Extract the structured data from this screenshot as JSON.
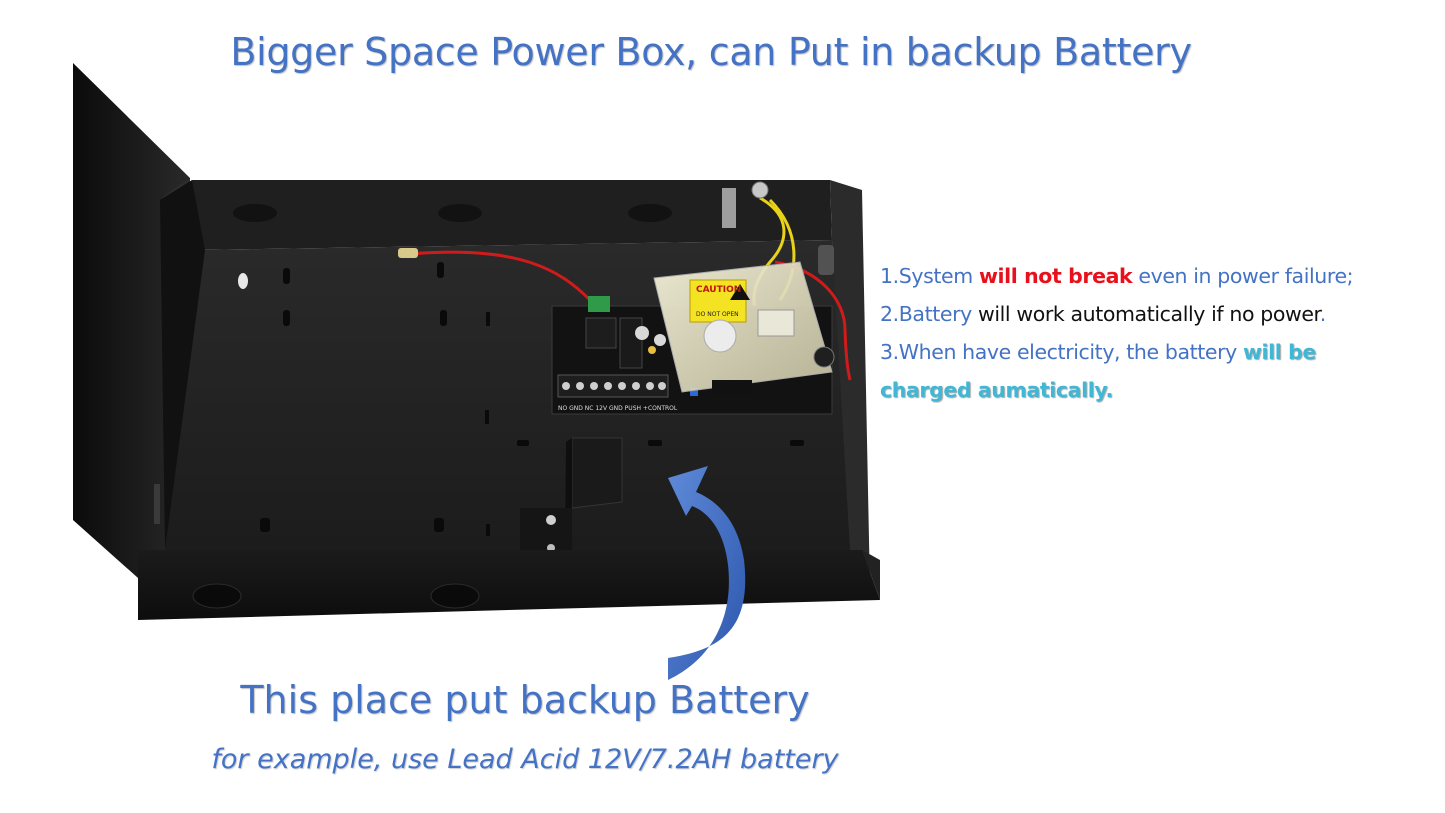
{
  "headline": "Bigger Space Power Box, can Put in backup Battery",
  "features": [
    {
      "number": "1.",
      "parts": [
        {
          "text": "System ",
          "style": "blue"
        },
        {
          "text": "will not break",
          "style": "red"
        },
        {
          "text": " even in power failure;",
          "style": "blue"
        }
      ]
    },
    {
      "number": "2.",
      "parts": [
        {
          "text": "Battery",
          "style": "blue"
        },
        {
          "text": " will work automatically if no power",
          "style": "black"
        },
        {
          "text": ".",
          "style": "blue"
        }
      ]
    },
    {
      "number": "3.",
      "parts": [
        {
          "text": "When have electricity, the battery ",
          "style": "blue"
        },
        {
          "text": "will be",
          "style": "cyan"
        }
      ],
      "continuation": "charged aumatically."
    }
  ],
  "board_labels": {
    "caution": "CAUTION",
    "do_not_open": "DO NOT OPEN",
    "terminals": "NO GND NC 12V GND PUSH +CONTROL"
  },
  "callout": {
    "title": "This place put backup Battery",
    "subtitle": "for example, use Lead Acid 12V/7.2AH battery"
  },
  "colors": {
    "title_blue": "#4472c4",
    "highlight_red": "#e8101b",
    "highlight_cyan": "#41b7d6",
    "box_black": "#151515",
    "arrow_blue": "#3a63b8"
  }
}
